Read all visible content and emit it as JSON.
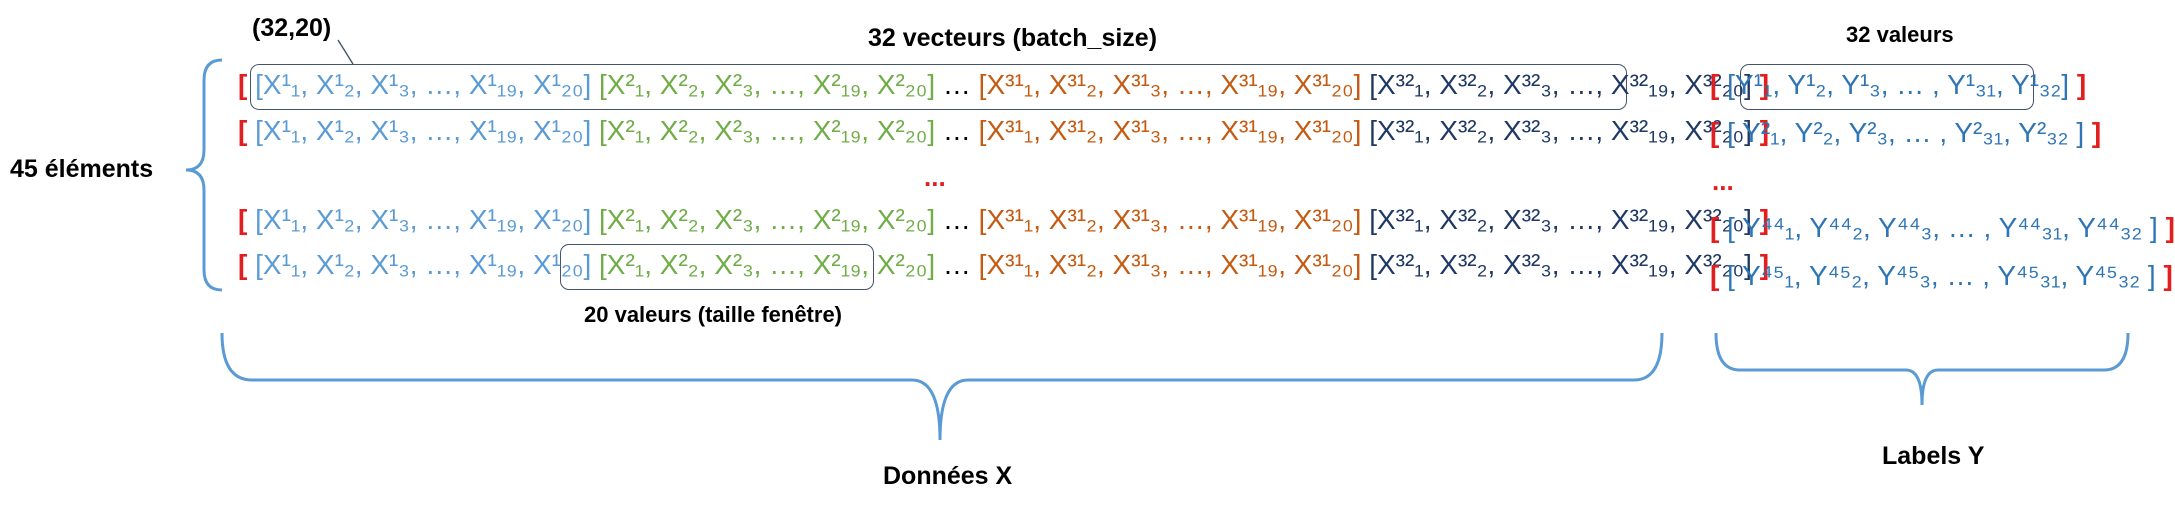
{
  "labels": {
    "shape": "(32,20)",
    "batch": "32 vecteurs (batch_size)",
    "y_count": "32 valeurs",
    "elements": "45 éléments",
    "window": "20 valeurs (taille fenêtre)",
    "data_x": "Données X",
    "labels_y": "Labels Y"
  },
  "ellipsis_rows": "...",
  "colors": {
    "bracket_red": "#e31e1e",
    "vec1": "#5b9bd5",
    "vec2": "#70ad47",
    "vec31": "#c55a11",
    "vec32": "#1f3864",
    "labels": "#2e75b6",
    "brace": "#5b9bd5",
    "box": "#44546a"
  },
  "x_rows": [
    {
      "open": "[",
      "close": "]",
      "v1": "[X¹₁, X¹₂, X¹₃, …, X¹₁₉, X¹₂₀]",
      "v2": "[X²₁, X²₂, X²₃, …, X²₁₉, X²₂₀]",
      "mid": "…",
      "v31": "[X³¹₁, X³¹₂, X³¹₃, …, X³¹₁₉, X³¹₂₀]",
      "v32": "[X³²₁, X³²₂, X³²₃, …, X³²₁₉, X³²₂₀]"
    },
    {
      "open": "[",
      "close": "]",
      "v1": "[X¹₁, X¹₂, X¹₃, …, X¹₁₉, X¹₂₀]",
      "v2": "[X²₁, X²₂, X²₃, …, X²₁₉, X²₂₀]",
      "mid": "…",
      "v31": "[X³¹₁, X³¹₂, X³¹₃, …, X³¹₁₉, X³¹₂₀]",
      "v32": "[X³²₁, X³²₂, X³²₃, …, X³²₁₉, X³²₂₀]"
    },
    {
      "open": "[",
      "close": "]",
      "v1": "[X¹₁, X¹₂, X¹₃, …, X¹₁₉, X¹₂₀]",
      "v2": "[X²₁, X²₂, X²₃, …, X²₁₉, X²₂₀]",
      "mid": "…",
      "v31": "[X³¹₁, X³¹₂, X³¹₃, …, X³¹₁₉, X³¹₂₀]",
      "v32": "[X³²₁, X³²₂, X³²₃, …, X³²₁₉, X³²₂₀]"
    },
    {
      "open": "[",
      "close": "]",
      "v1": "[X¹₁, X¹₂, X¹₃, …, X¹₁₉, X¹₂₀]",
      "v2": "[X²₁, X²₂, X²₃, …, X²₁₉, X²₂₀]",
      "mid": "…",
      "v31": "[X³¹₁, X³¹₂, X³¹₃, …, X³¹₁₉, X³¹₂₀]",
      "v32": "[X³²₁, X³²₂, X³²₃, …, X³²₁₉, X³²₂₀]"
    }
  ],
  "y_rows": [
    {
      "open": "[",
      "close": "]",
      "content": "[Y¹₁, Y¹₂, Y¹₃, … , Y¹₃₁, Y¹₃₂]"
    },
    {
      "open": "[",
      "close": "]",
      "content": "[ Y²₁, Y²₂, Y²₃, … , Y²₃₁, Y²₃₂ ]"
    },
    {
      "open": "[",
      "close": "]",
      "content": "[ Y⁴⁴₁, Y⁴⁴₂, Y⁴⁴₃, … , Y⁴⁴₃₁, Y⁴⁴₃₂ ]"
    },
    {
      "open": "[",
      "close": "]",
      "content": "[ Y⁴⁵₁, Y⁴⁵₂, Y⁴⁵₃, … , Y⁴⁵₃₁, Y⁴⁵₃₂ ]"
    }
  ]
}
